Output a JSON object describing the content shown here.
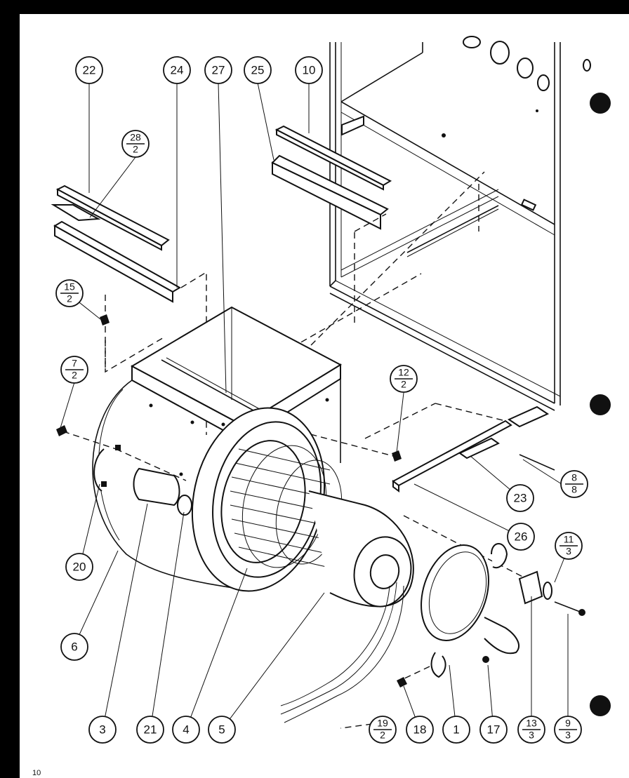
{
  "page_number": "10",
  "callouts": [
    {
      "id": "c22",
      "label": "22"
    },
    {
      "id": "c24",
      "label": "24"
    },
    {
      "id": "c27",
      "label": "27"
    },
    {
      "id": "c25",
      "label": "25"
    },
    {
      "id": "c10",
      "label": "10"
    },
    {
      "id": "c28",
      "num": "28",
      "den": "2"
    },
    {
      "id": "c15",
      "num": "15",
      "den": "2"
    },
    {
      "id": "c7",
      "num": "7",
      "den": "2"
    },
    {
      "id": "c12",
      "num": "12",
      "den": "2"
    },
    {
      "id": "c8",
      "num": "8",
      "den": "8"
    },
    {
      "id": "c23",
      "label": "23"
    },
    {
      "id": "c26",
      "label": "26"
    },
    {
      "id": "c11",
      "num": "11",
      "den": "3"
    },
    {
      "id": "c20",
      "label": "20"
    },
    {
      "id": "c6",
      "label": "6"
    },
    {
      "id": "c3",
      "label": "3"
    },
    {
      "id": "c21",
      "label": "21"
    },
    {
      "id": "c4",
      "label": "4"
    },
    {
      "id": "c5",
      "label": "5"
    },
    {
      "id": "c19",
      "num": "19",
      "den": "2"
    },
    {
      "id": "c18",
      "label": "18"
    },
    {
      "id": "c1",
      "label": "1"
    },
    {
      "id": "c17",
      "label": "17"
    },
    {
      "id": "c13",
      "num": "13",
      "den": "3"
    },
    {
      "id": "c9",
      "num": "9",
      "den": "3"
    }
  ]
}
